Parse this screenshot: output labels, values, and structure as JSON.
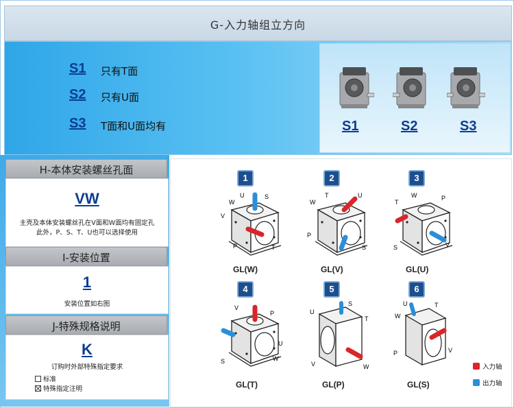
{
  "header": {
    "title": "G-入力轴组立方向"
  },
  "g_section": {
    "options": [
      {
        "code": "S1",
        "text": "只有T面"
      },
      {
        "code": "S2",
        "text": "只有U面"
      },
      {
        "code": "S3",
        "text": "T面和U面均有"
      }
    ],
    "image_labels": [
      "S1",
      "S2",
      "S3"
    ]
  },
  "h_section": {
    "title": "H-本体安装螺丝孔面",
    "code": "VW",
    "desc_line1": "主壳及本体安装螺丝孔在V面和W面均有固定孔",
    "desc_line2": "此外，P、S、T、U也可以选择使用"
  },
  "i_section": {
    "title": "I-安装位置",
    "code": "1",
    "desc": "安装位置如右图"
  },
  "j_section": {
    "title": "J-特殊规格说明",
    "code": "K",
    "desc": "订购时外部特殊指定要求",
    "option_standard": "标准",
    "option_special": "特殊指定注明"
  },
  "positions": [
    {
      "num": "1",
      "label": "GL(W)"
    },
    {
      "num": "2",
      "label": "GL(V)"
    },
    {
      "num": "3",
      "label": "GL(U)"
    },
    {
      "num": "4",
      "label": "GL(T)"
    },
    {
      "num": "5",
      "label": "GL(P)"
    },
    {
      "num": "6",
      "label": "GL(S)"
    }
  ],
  "face_letters": {
    "P": "P",
    "S": "S",
    "T": "T",
    "U": "U",
    "V": "V",
    "W": "W"
  },
  "legend": {
    "input": "入力轴",
    "output": "出力轴"
  },
  "colors": {
    "input": "#d8262b",
    "output": "#2a8fd8",
    "code": "#0b3d91"
  }
}
